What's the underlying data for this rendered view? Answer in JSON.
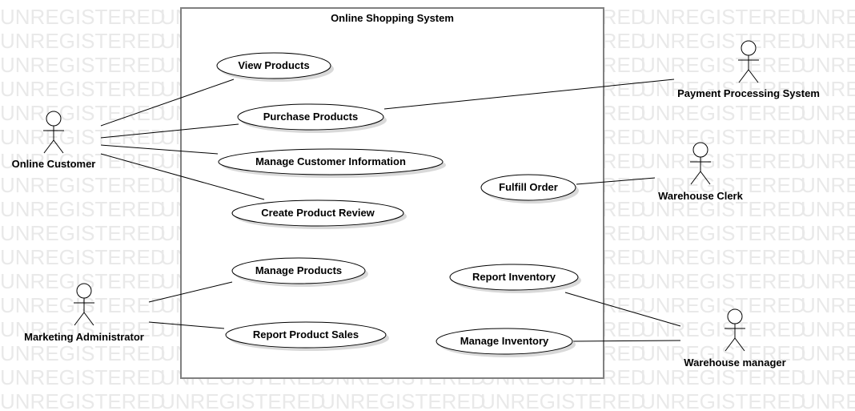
{
  "watermark": "UNREGISTERED",
  "system": {
    "title": "Online Shopping System"
  },
  "actors": {
    "online_customer": "Online Customer",
    "marketing_administrator": "Marketing Administrator",
    "payment_processing_system": "Payment Processing System",
    "warehouse_clerk": "Warehouse Clerk",
    "warehouse_manager": "Warehouse manager"
  },
  "use_cases": {
    "view_products": "View Products",
    "purchase_products": "Purchase Products",
    "manage_customer_information": "Manage Customer Information",
    "create_product_review": "Create Product Review",
    "manage_products": "Manage Products",
    "report_product_sales": "Report Product Sales",
    "fulfill_order": "Fulfill Order",
    "report_inventory": "Report Inventory",
    "manage_inventory": "Manage Inventory"
  },
  "colors": {
    "line": "#000000",
    "boundary": "#808080",
    "shadow": "#d9d9d9",
    "watermark": "#e9e9e9"
  }
}
